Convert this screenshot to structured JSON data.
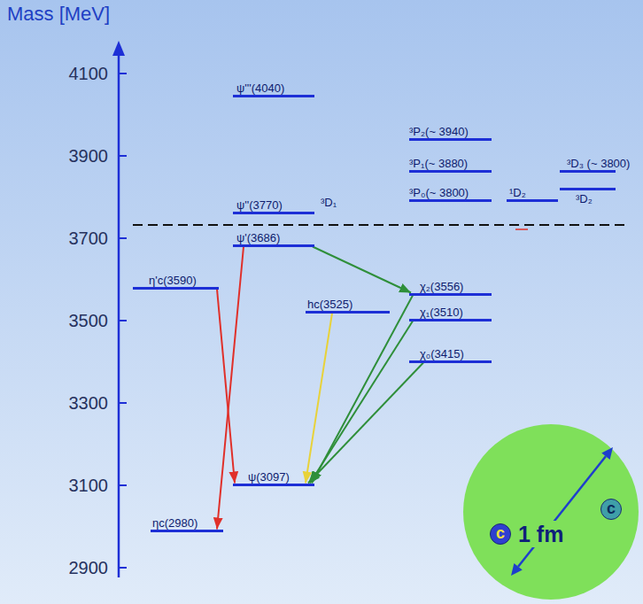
{
  "diagram": {
    "nodes": [
      {
        "text": [
          "ψ'''(4040)"
        ]
      },
      {
        "text": [
          "³P₂(~ 3940)"
        ]
      },
      {
        "text": [
          "³P₁(~ 3880)"
        ]
      },
      {
        "text": [
          "³D₃ (~ 3800)"
        ]
      },
      {
        "text": [
          "³D₂"
        ]
      },
      {
        "text": [
          "³P₀(~ 3800)"
        ]
      },
      {
        "text": [
          "¹D₂"
        ]
      },
      {
        "text": [
          "ψ''(3770)",
          "³D₁"
        ]
      },
      {
        "text": [
          "ψ'(3686)"
        ]
      },
      {
        "text": [
          "η'c(3590)"
        ]
      },
      {
        "text": [
          "χ₂(3556)"
        ]
      },
      {
        "text": [
          "hc(3525)"
        ]
      },
      {
        "text": [
          "χ₁(3510)"
        ]
      },
      {
        "text": [
          "χ₀(3415)"
        ]
      },
      {
        "text": [
          "ψ(3097)"
        ]
      },
      {
        "text": [
          "ηc(2980)"
        ]
      },
      {
        "text": [
          "1 fm"
        ]
      },
      {
        "text": [
          "c"
        ],
        "in": 16
      },
      {
        "text": [
          "c"
        ],
        "in": 16
      }
    ],
    "edges": [
      {
        "from": 8,
        "to": 15,
        "arrow": "to"
      },
      {
        "from": 9,
        "to": 14,
        "arrow": "to"
      },
      {
        "from": 8,
        "to": 10,
        "arrow": "to"
      },
      {
        "from": 10,
        "to": 14,
        "arrow": "to"
      },
      {
        "from": 12,
        "to": 14,
        "arrow": "to"
      },
      {
        "from": 13,
        "to": 14,
        "arrow": "to"
      },
      {
        "from": 11,
        "to": 14,
        "arrow": "to"
      }
    ],
    "labels": [
      "Mass [MeV]",
      "4100",
      "3900",
      "3700",
      "3500",
      "3300",
      "3100",
      "2900"
    ]
  }
}
